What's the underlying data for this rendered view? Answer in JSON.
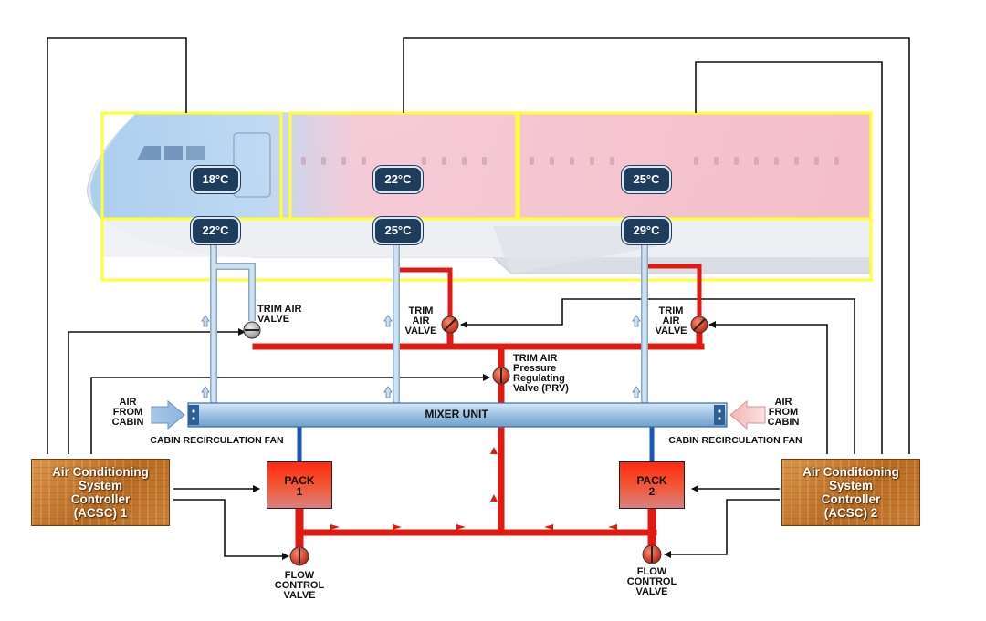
{
  "temperatures": {
    "zone_fwd_top": "18°C",
    "zone_mid_top": "22°C",
    "zone_aft_top": "25°C",
    "duct_fwd": "22°C",
    "duct_mid": "25°C",
    "duct_aft": "29°C"
  },
  "labels": {
    "trim_air_valve_1": "TRIM AIR\nVALVE",
    "trim_air_valve_2": "TRIM\nAIR\nVALVE",
    "trim_air_valve_3": "TRIM\nAIR\nVALVE",
    "prv": "TRIM AIR\nPressure\nRegulating\nValve (PRV)",
    "air_from_cabin_left": "AIR\nFROM\nCABIN",
    "air_from_cabin_right": "AIR\nFROM\nCABIN",
    "mixer_unit": "MIXER UNIT",
    "recirc_fan_left": "CABIN RECIRCULATION FAN",
    "recirc_fan_right": "CABIN RECIRCULATION FAN",
    "acsc_1": "Air Conditioning\nSystem\nController\n(ACSC) 1",
    "acsc_2": "Air Conditioning\nSystem\nController\n(ACSC) 2",
    "pack_1": "PACK\n1",
    "pack_2": "PACK\n2",
    "flow_valve_left": "FLOW\nCONTROL\nVALVE",
    "flow_valve_right": "FLOW\nCONTROL\nVALVE"
  },
  "colors": {
    "zone_outline": "#ffff33",
    "hot_duct": "#e01a12",
    "cold_duct": "#b8d2ea",
    "badge": "#1e3d5c"
  }
}
